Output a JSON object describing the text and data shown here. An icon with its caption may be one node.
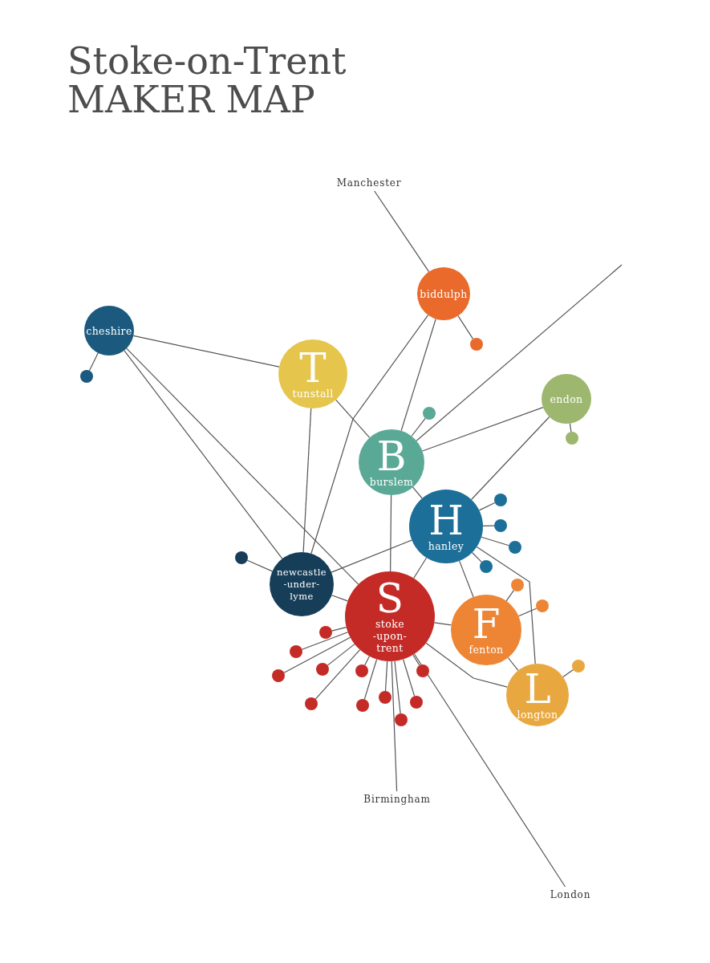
{
  "diagram": {
    "title": "Stoke-on-Trent MAKER MAP",
    "nodes": [
      {
        "text": [
          "Manchester"
        ]
      },
      {
        "text": [
          "biddulph"
        ]
      },
      {
        "text": [
          "cheshire"
        ]
      },
      {
        "text": [],
        "shape": "circle"
      },
      {
        "text": [],
        "shape": "circle"
      },
      {
        "text": [
          "T",
          "tunstall"
        ]
      },
      {
        "text": [
          "endon"
        ]
      },
      {
        "text": [],
        "shape": "circle"
      },
      {
        "text": [],
        "shape": "circle"
      },
      {
        "text": [
          "B",
          "burslem"
        ]
      },
      {
        "text": [],
        "shape": "circle"
      },
      {
        "text": [
          "H",
          "hanley"
        ]
      },
      {
        "text": [],
        "shape": "circle"
      },
      {
        "text": [],
        "shape": "circle"
      },
      {
        "text": [],
        "shape": "circle"
      },
      {
        "text": [],
        "shape": "circle"
      },
      {
        "text": [
          "newcastle -under- lyme"
        ]
      },
      {
        "text": [],
        "shape": "circle"
      },
      {
        "text": [],
        "shape": "circle"
      },
      {
        "text": [
          "S",
          "stoke -upon- trent"
        ]
      },
      {
        "text": [
          "F",
          "fenton"
        ]
      },
      {
        "text": [],
        "shape": "circle"
      },
      {
        "text": [],
        "shape": "circle"
      },
      {
        "text": [],
        "shape": "circle"
      },
      {
        "text": [],
        "shape": "circle"
      },
      {
        "text": [],
        "shape": "circle"
      },
      {
        "text": [],
        "shape": "circle"
      },
      {
        "text": [],
        "shape": "circle"
      },
      {
        "text": [
          "L",
          "longton"
        ]
      },
      {
        "text": [],
        "shape": "circle"
      },
      {
        "text": [],
        "shape": "circle"
      },
      {
        "text": [],
        "shape": "circle"
      },
      {
        "text": [],
        "shape": "circle"
      },
      {
        "text": [],
        "shape": "circle"
      },
      {
        "text": [
          "Birmingham"
        ]
      },
      {
        "text": [
          "London"
        ]
      }
    ],
    "edges": [
      {
        "from": 0,
        "to": 1,
        "arrow": "none"
      },
      {
        "from": 1,
        "to": 3,
        "arrow": "none"
      },
      {
        "from": 1,
        "to": 16,
        "arrow": "none"
      },
      {
        "from": 1,
        "to": 9,
        "arrow": "none"
      },
      {
        "from": 2,
        "to": 4,
        "arrow": "none"
      },
      {
        "from": 2,
        "to": 5,
        "arrow": "none"
      },
      {
        "from": 2,
        "to": 16,
        "arrow": "none"
      },
      {
        "from": 2,
        "to": 19,
        "arrow": "none"
      },
      {
        "from": 5,
        "to": 9,
        "arrow": "none"
      },
      {
        "from": 5,
        "to": 16,
        "arrow": "none"
      },
      {
        "from": 9,
        "to": 7,
        "arrow": "none"
      },
      {
        "from": 9,
        "to": null,
        "arrow": "none"
      },
      {
        "from": 9,
        "to": 6,
        "arrow": "none"
      },
      {
        "from": 6,
        "to": 8,
        "arrow": "none"
      },
      {
        "from": 6,
        "to": 11,
        "arrow": "none"
      },
      {
        "from": 9,
        "to": 11,
        "arrow": "none"
      },
      {
        "from": 9,
        "to": 19,
        "arrow": "none"
      },
      {
        "from": 11,
        "to": 10,
        "arrow": "none"
      },
      {
        "from": 11,
        "to": 12,
        "arrow": "none"
      },
      {
        "from": 11,
        "to": 13,
        "arrow": "none"
      },
      {
        "from": 11,
        "to": 15,
        "arrow": "none"
      },
      {
        "from": 11,
        "to": 16,
        "arrow": "none"
      },
      {
        "from": 11,
        "to": 19,
        "arrow": "none"
      },
      {
        "from": 11,
        "to": 20,
        "arrow": "none"
      },
      {
        "from": 11,
        "to": 28,
        "arrow": "none"
      },
      {
        "from": 16,
        "to": 14,
        "arrow": "none"
      },
      {
        "from": 16,
        "to": 19,
        "arrow": "none"
      },
      {
        "from": 19,
        "to": 21,
        "arrow": "none"
      },
      {
        "from": 19,
        "to": 22,
        "arrow": "none"
      },
      {
        "from": 19,
        "to": 24,
        "arrow": "none"
      },
      {
        "from": 19,
        "to": 25,
        "arrow": "none"
      },
      {
        "from": 19,
        "to": 26,
        "arrow": "none"
      },
      {
        "from": 19,
        "to": 27,
        "arrow": "none"
      },
      {
        "from": 19,
        "to": 29,
        "arrow": "none"
      },
      {
        "from": 19,
        "to": 30,
        "arrow": "none"
      },
      {
        "from": 19,
        "to": 31,
        "arrow": "none"
      },
      {
        "from": 19,
        "to": 32,
        "arrow": "none"
      },
      {
        "from": 19,
        "to": 33,
        "arrow": "none"
      },
      {
        "from": 19,
        "to": 20,
        "arrow": "none"
      },
      {
        "from": 19,
        "to": 28,
        "arrow": "none"
      },
      {
        "from": 19,
        "to": 34,
        "arrow": "none"
      },
      {
        "from": 19,
        "to": 35,
        "arrow": "none"
      },
      {
        "from": 20,
        "to": 17,
        "arrow": "none"
      },
      {
        "from": 20,
        "to": 18,
        "arrow": "none"
      },
      {
        "from": 20,
        "to": 28,
        "arrow": "none"
      },
      {
        "from": 28,
        "to": 23,
        "arrow": "none"
      }
    ]
  }
}
